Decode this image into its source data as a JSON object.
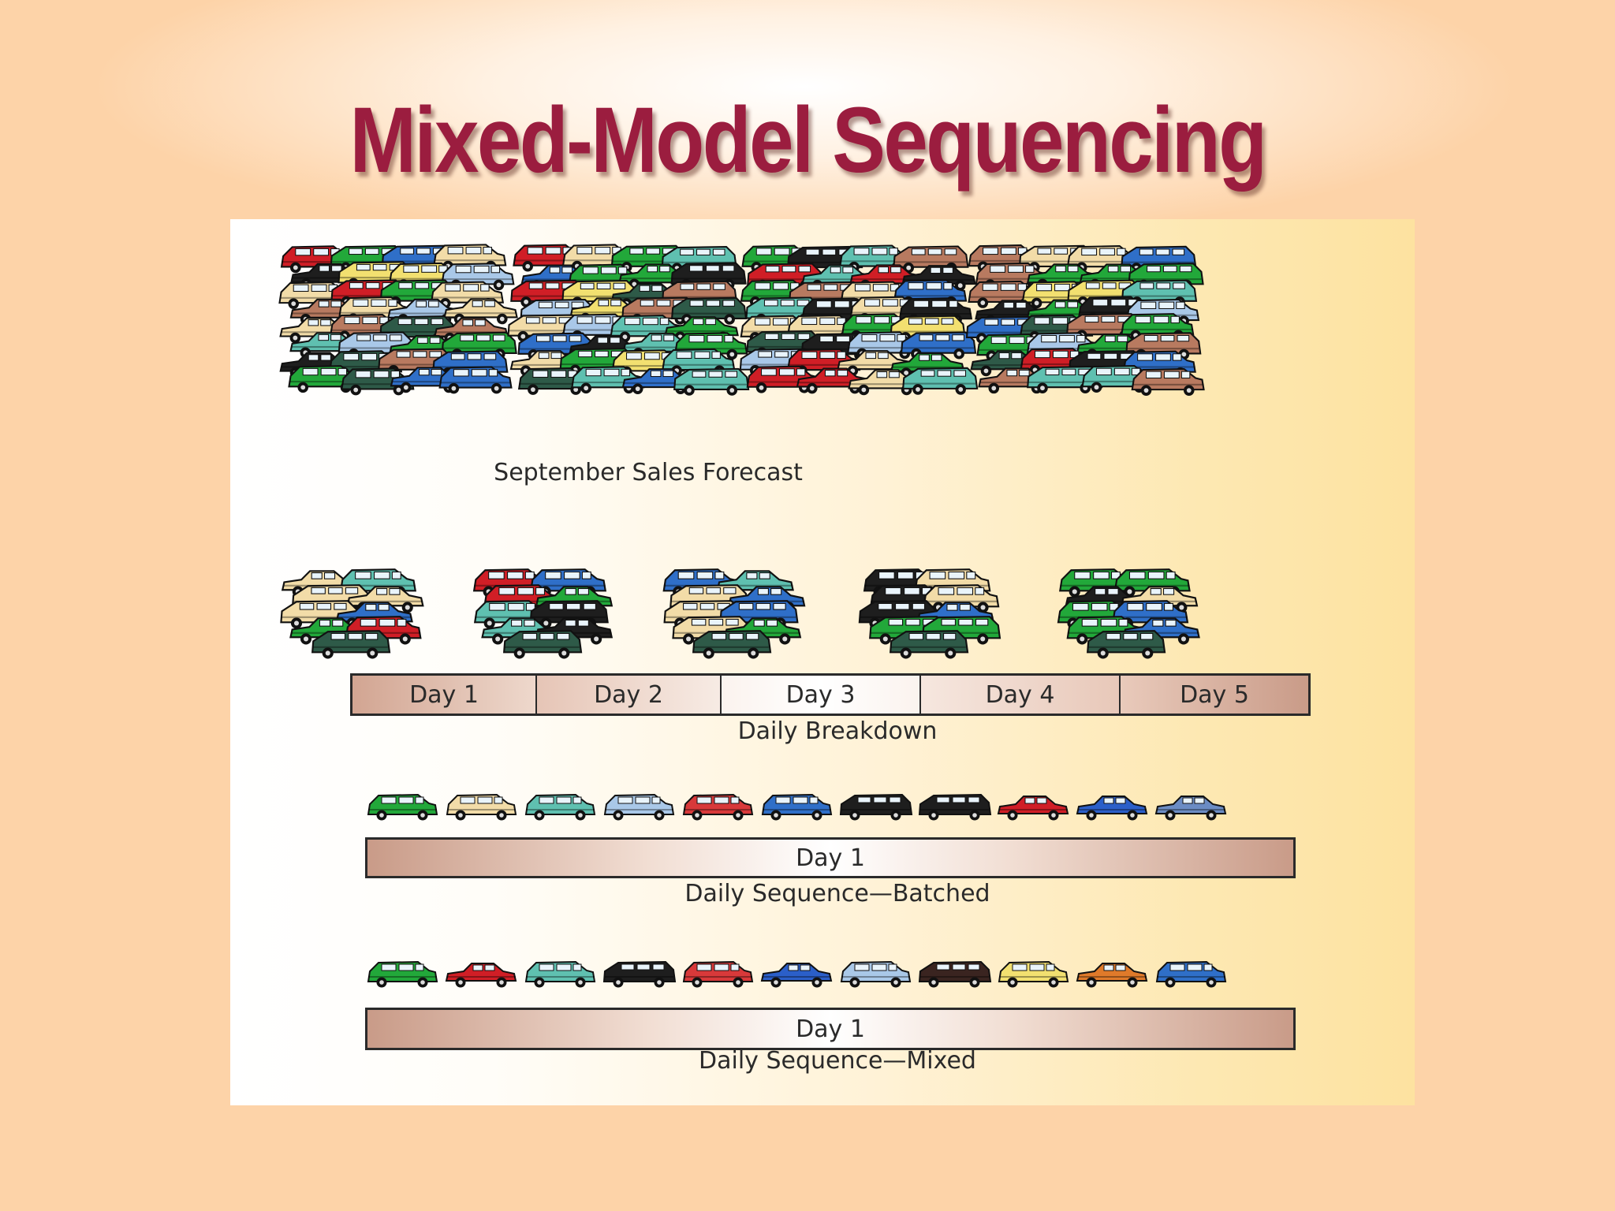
{
  "title": "Mixed-Model Sequencing",
  "forecast": {
    "caption": "September Sales Forecast"
  },
  "breakdown": {
    "days": [
      "Day 1",
      "Day 2",
      "Day 3",
      "Day 4",
      "Day 5"
    ],
    "caption": "Daily Breakdown"
  },
  "batched": {
    "bar_label": "Day 1",
    "caption": "Daily Sequence—Batched",
    "cars": [
      {
        "type": "suv",
        "body": "#22a83a"
      },
      {
        "type": "suv",
        "body": "#f2dca8"
      },
      {
        "type": "suv",
        "body": "#5fc0b0"
      },
      {
        "type": "suv",
        "body": "#a9c8e8"
      },
      {
        "type": "suv",
        "body": "#d8393a"
      },
      {
        "type": "suv",
        "body": "#2f6fc8"
      },
      {
        "type": "van",
        "body": "#1e1e1e"
      },
      {
        "type": "van",
        "body": "#1e1e1e"
      },
      {
        "type": "sedan",
        "body": "#d01e26"
      },
      {
        "type": "sedan",
        "body": "#2b5fc9"
      },
      {
        "type": "sedan",
        "body": "#6b8cc4"
      }
    ]
  },
  "mixed": {
    "bar_label": "Day 1",
    "caption": "Daily Sequence—Mixed",
    "cars": [
      {
        "type": "suv",
        "body": "#22a83a"
      },
      {
        "type": "sedan",
        "body": "#d01e26"
      },
      {
        "type": "suv",
        "body": "#5fc0b0"
      },
      {
        "type": "van",
        "body": "#1e1e1e"
      },
      {
        "type": "suv",
        "body": "#d8393a"
      },
      {
        "type": "sedan",
        "body": "#2b5fc9"
      },
      {
        "type": "suv",
        "body": "#a9c8e8"
      },
      {
        "type": "van",
        "body": "#3a2420"
      },
      {
        "type": "suv",
        "body": "#f2e070"
      },
      {
        "type": "sedan",
        "body": "#e07a2a"
      },
      {
        "type": "suv",
        "body": "#2f6fc8"
      }
    ]
  },
  "palette": [
    "#22a83a",
    "#d01e26",
    "#2f6fc8",
    "#5fc0b0",
    "#f2dca8",
    "#1e1e1e",
    "#a9c8e8",
    "#b87a60",
    "#2e5a48",
    "#f2e070"
  ]
}
